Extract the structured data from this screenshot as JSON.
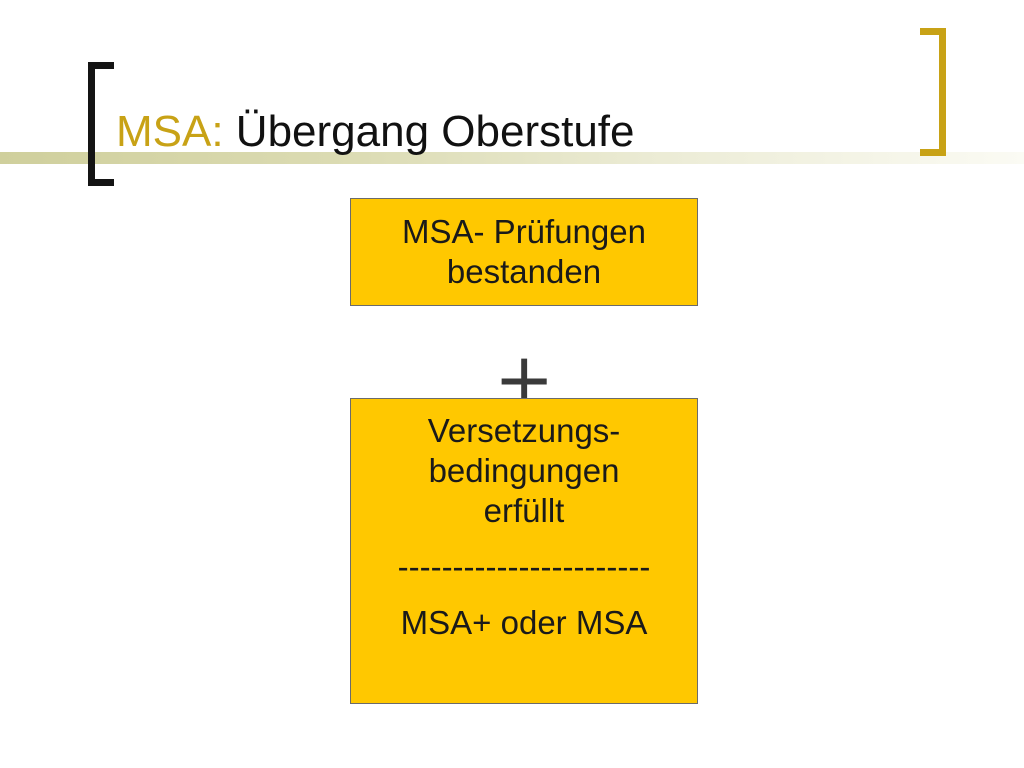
{
  "slide": {
    "title_prefix": "MSA:",
    "title_main": " Übergang Oberstufe",
    "box_top": {
      "line1": "MSA- Prüfungen",
      "line2": "bestanden"
    },
    "plus": "+",
    "box_bottom": {
      "line1": "Versetzungs-",
      "line2": "bedingungen",
      "line3": "erfüllt",
      "dashes": "-----------------------",
      "footer": "MSA+ oder MSA"
    }
  },
  "colors": {
    "accent": "#c8a216",
    "box_fill": "#ffc800",
    "text": "#111111"
  }
}
